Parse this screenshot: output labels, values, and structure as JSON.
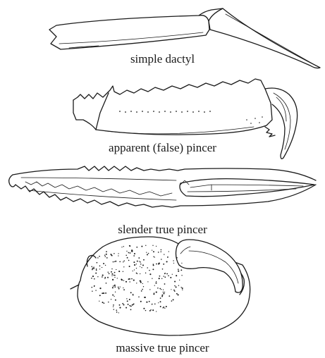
{
  "figure": {
    "items": [
      {
        "id": "simple-dactyl",
        "caption": "simple dactyl"
      },
      {
        "id": "apparent-false-pincer",
        "caption": "apparent (false) pincer"
      },
      {
        "id": "slender-true-pincer",
        "caption": "slender true pincer"
      },
      {
        "id": "massive-true-pincer",
        "caption": "massive true pincer"
      }
    ],
    "ink_color": "#1a1a1a",
    "background_color": "#ffffff"
  }
}
